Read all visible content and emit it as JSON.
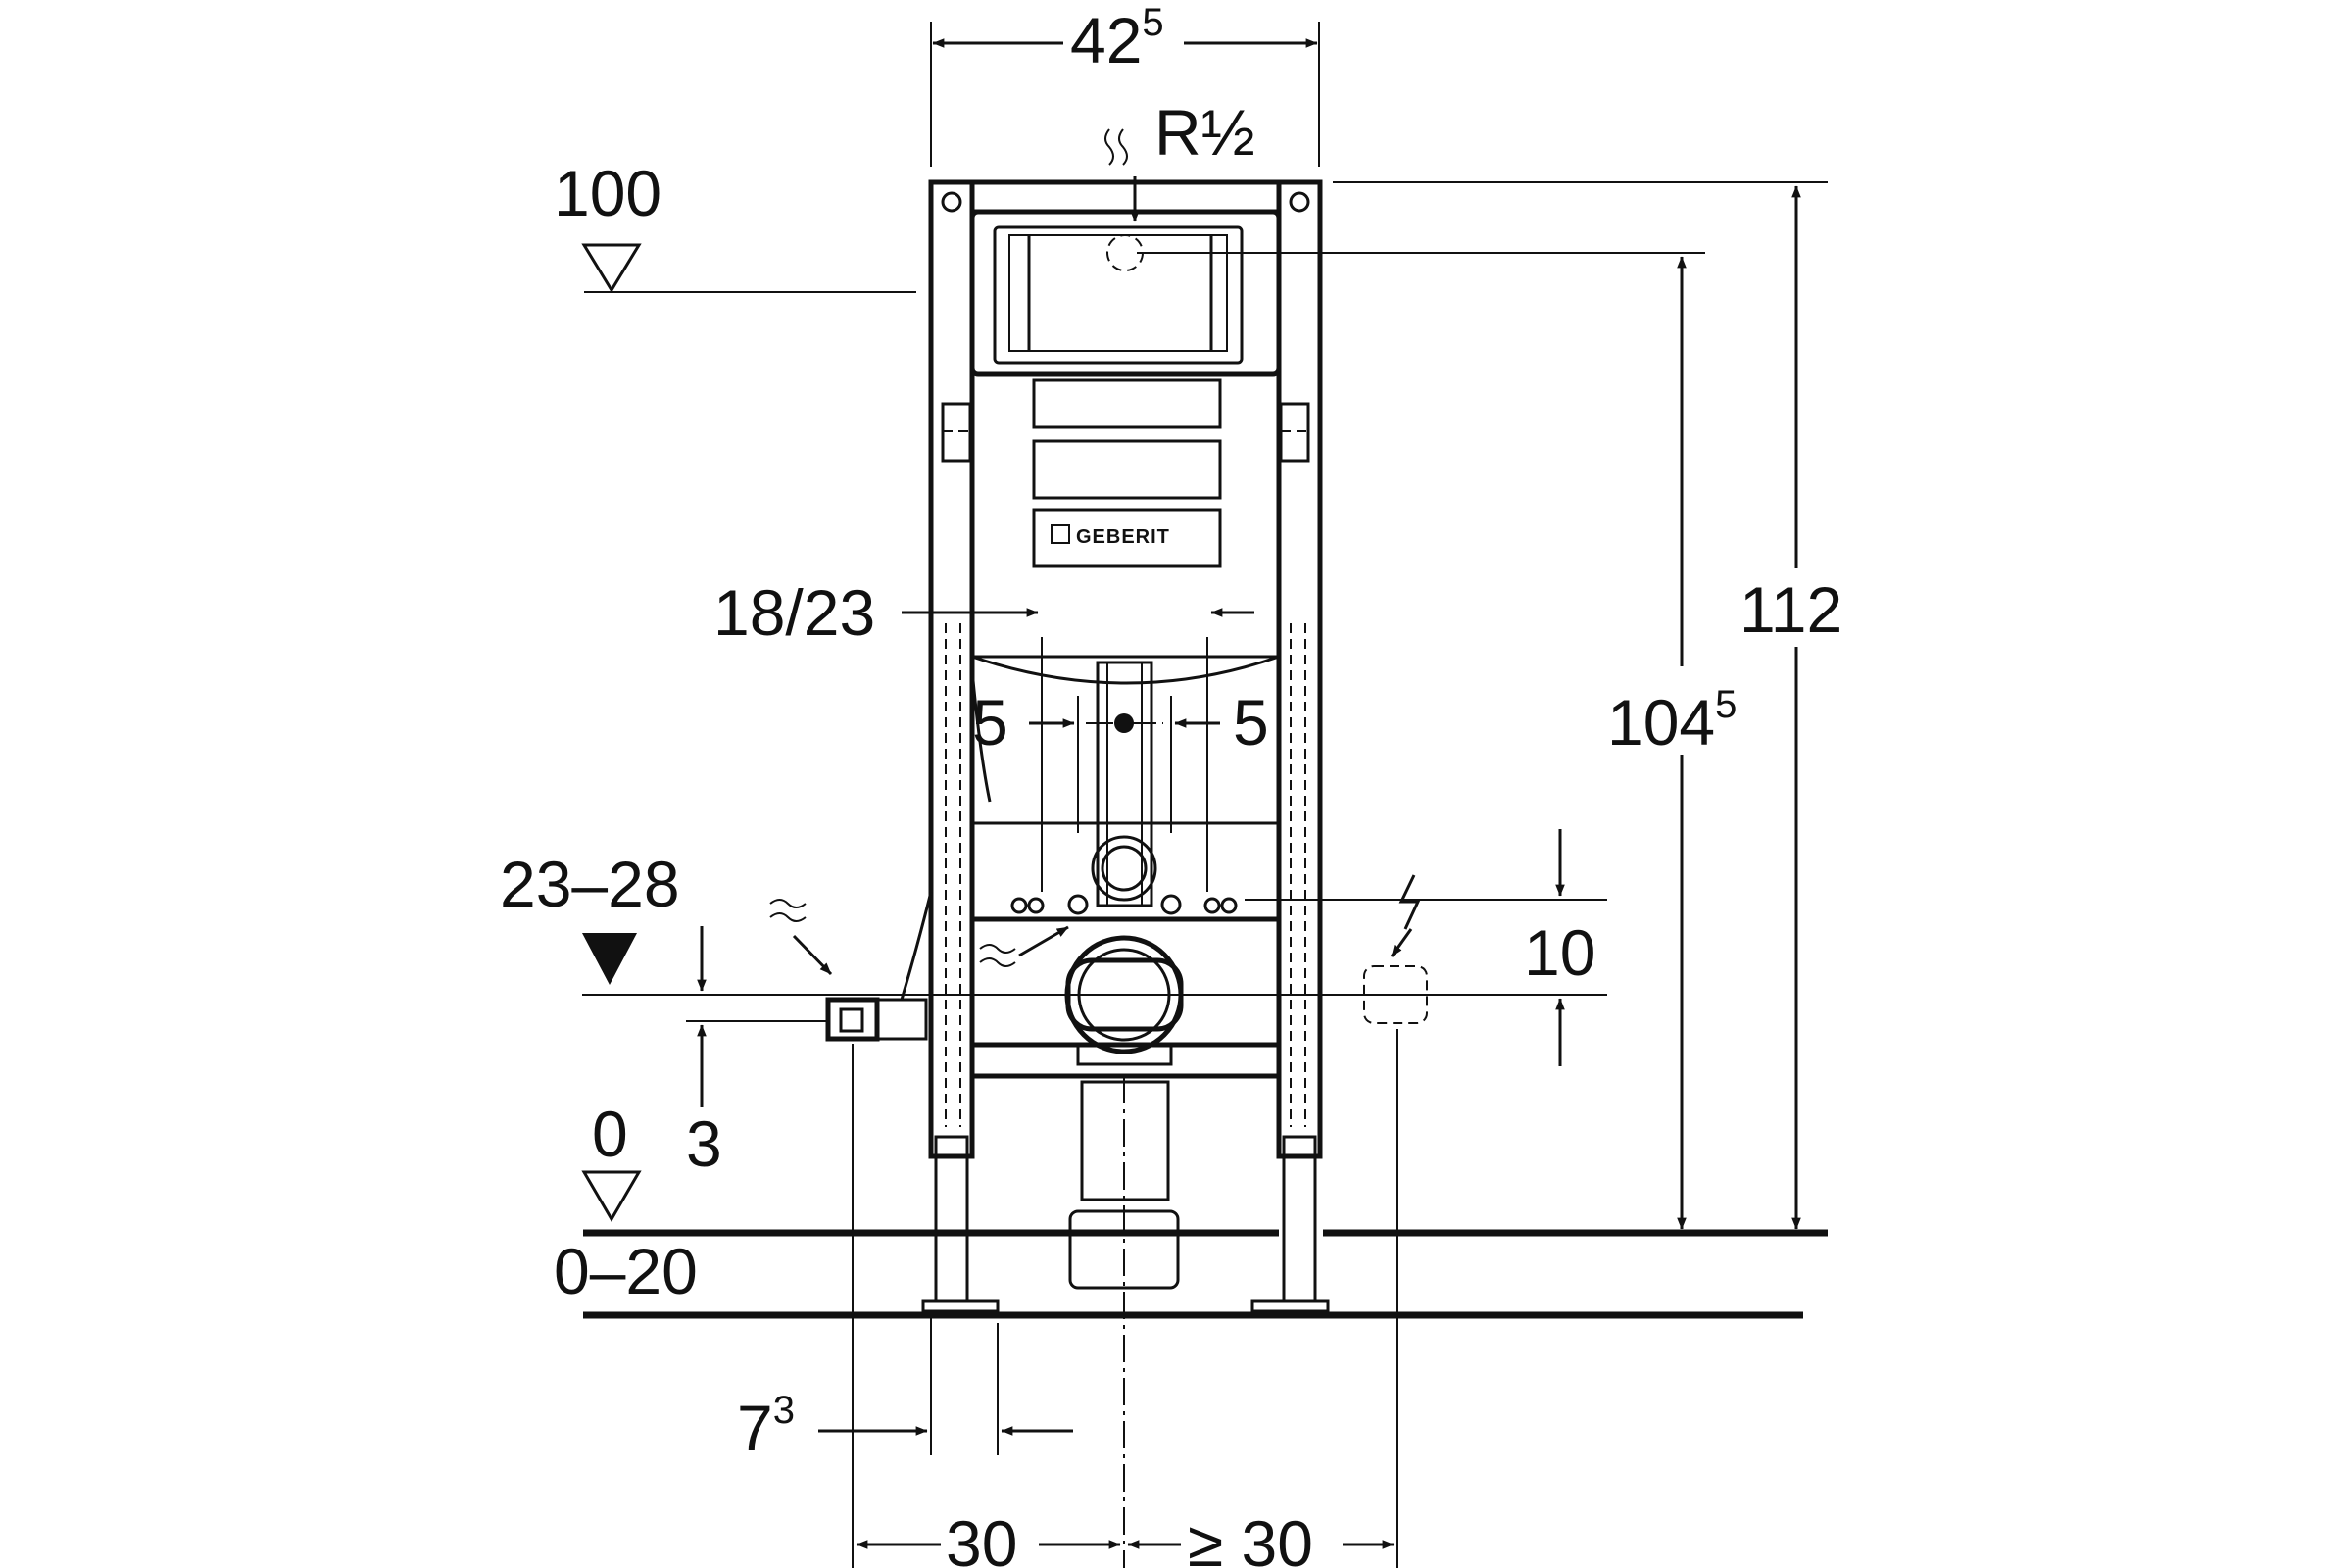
{
  "drawing": {
    "brand_logo": "GEBERIT",
    "dimensions": {
      "frame_width": {
        "base": "42",
        "sup": "5"
      },
      "water_connection": "R½",
      "reference_level": "100",
      "total_height": "112",
      "cistern_height": {
        "base": "104",
        "sup": "5"
      },
      "flush_pipe_spacing": "18/23",
      "fixing_offset_left": "5",
      "fixing_offset_right": "5",
      "drain_height_range": "23–28",
      "socket_offset": "10",
      "floor_tolerance": "3",
      "floor_level": "0",
      "floor_range": "0–20",
      "foot_offset": {
        "base": "7",
        "sup": "3"
      },
      "drain_center_left": "30",
      "drain_center_right": "≥ 30"
    }
  }
}
